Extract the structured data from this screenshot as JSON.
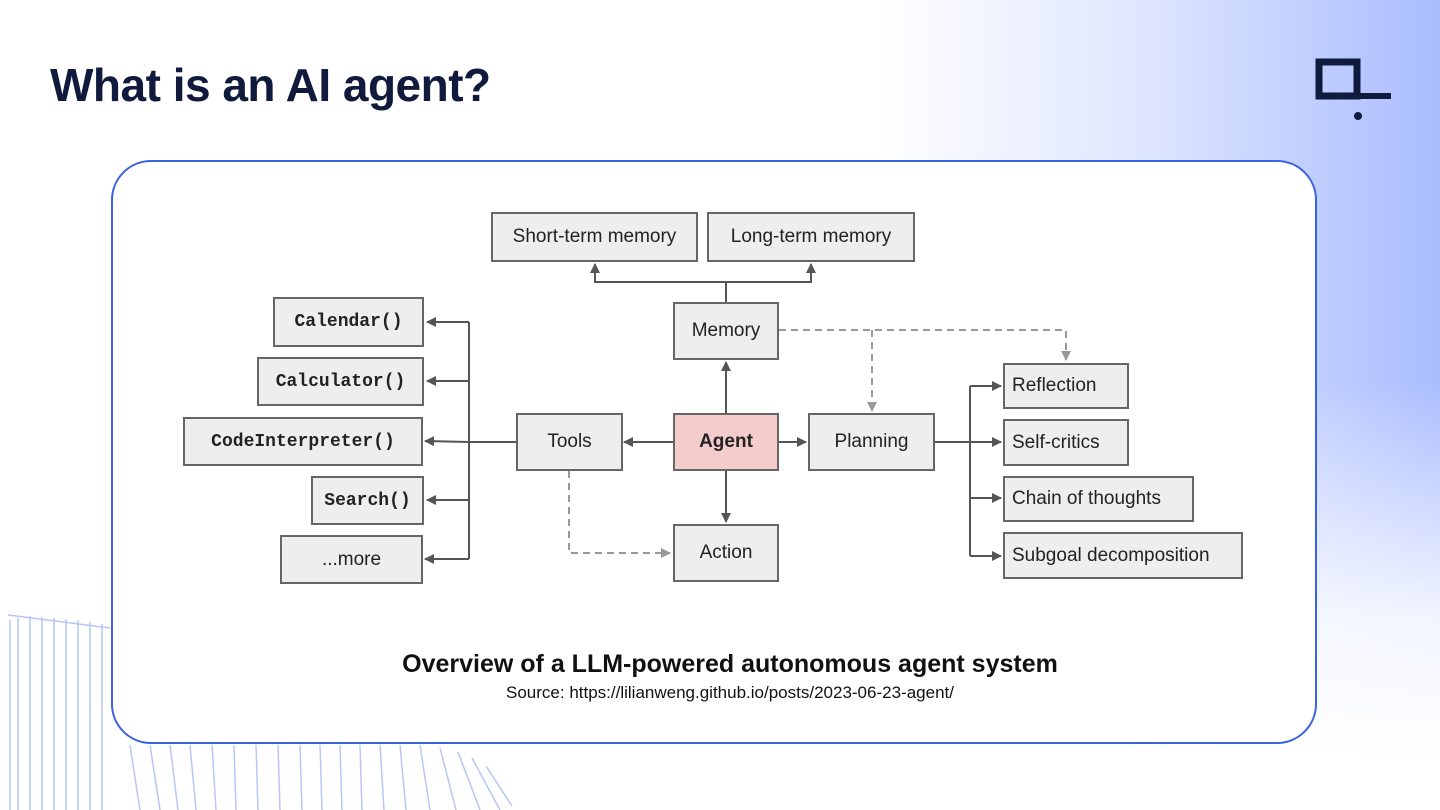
{
  "slide": {
    "title": "What is an AI agent?",
    "accent_color": "#3a62e0",
    "title_color": "#0f1a3c"
  },
  "logo": {
    "icon": "brand-logo-icon"
  },
  "diagram": {
    "memory": {
      "short_term": "Short-term memory",
      "long_term": "Long-term memory",
      "memory": "Memory"
    },
    "tools": {
      "label": "Tools",
      "items": [
        "Calendar()",
        "Calculator()",
        "CodeInterpreter()",
        "Search()",
        "...more"
      ]
    },
    "agent": "Agent",
    "action": "Action",
    "planning": {
      "label": "Planning",
      "items": [
        "Reflection",
        "Self-critics",
        "Chain of thoughts",
        "Subgoal decomposition"
      ]
    },
    "colors": {
      "agent_fill": "#f4cccc",
      "box_fill": "#eeeeee",
      "edge": "#555555",
      "dashed_edge": "#999999"
    }
  },
  "caption": {
    "title": "Overview of a LLM-powered autonomous agent system",
    "source": "Source: https://lilianweng.github.io/posts/2023-06-23-agent/"
  }
}
